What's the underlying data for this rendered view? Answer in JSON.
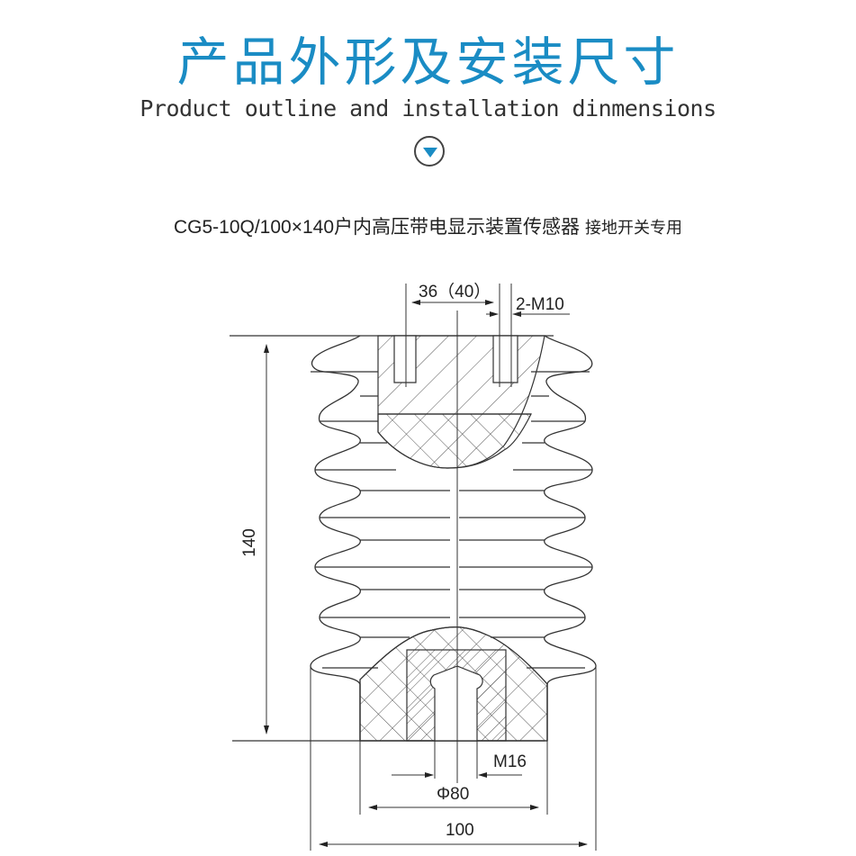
{
  "header": {
    "title_cn": "产品外形及安装尺寸",
    "title_en": "Product outline and installation dinmensions",
    "scroll_icon": "chevron-down-circle-icon",
    "accent_color": "#1a8cc4"
  },
  "model": {
    "name": "CG5-10Q/100×140户内高压带电显示装置传感器",
    "usage": "接地开关专用"
  },
  "drawing": {
    "dimensions": {
      "top_bolt_spacing": "36（40）",
      "top_thread": "2-M10",
      "height": "140",
      "bottom_thread": "M16",
      "base_diameter": "Φ80",
      "overall_width": "100"
    },
    "line_color": "#333333"
  }
}
